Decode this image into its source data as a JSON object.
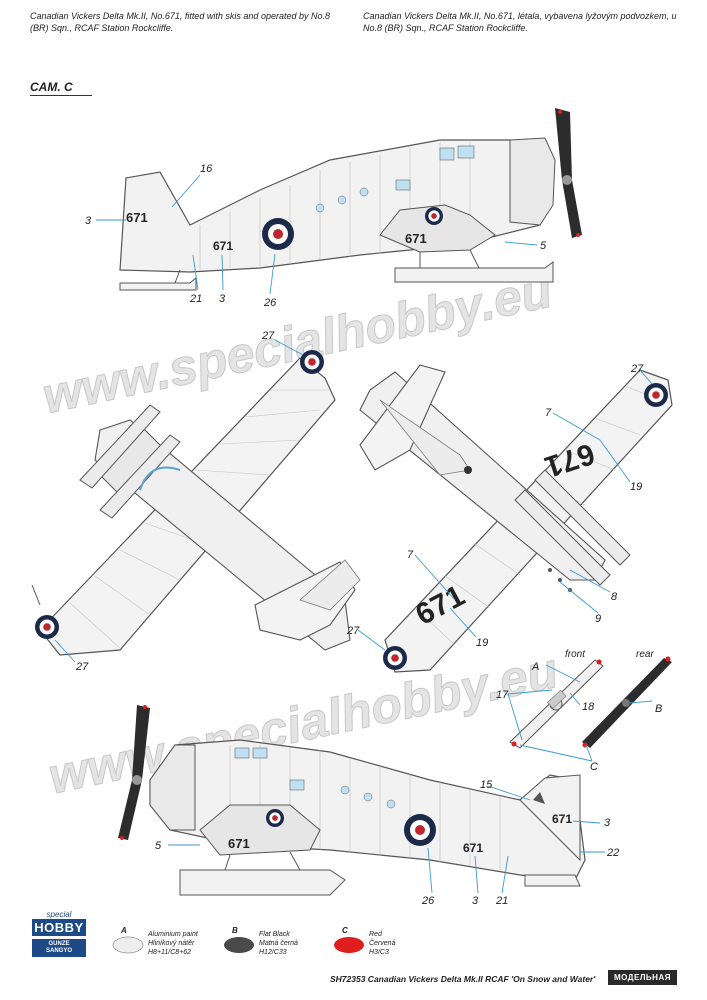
{
  "header": {
    "english": "Canadian Vickers Delta Mk.II, No.671, fitted with skis and operated by No.8 (BR) Sqn., RCAF Station Rockcliffe.",
    "czech": "Canadian Vickers Delta Mk.II, No.671, létala, vybavena lyžovým podvozkem, u No.8 (BR) Sqn., RCAF Station Rockcliffe."
  },
  "camo_label": "CAM. C",
  "watermark": "www.specialhobby.eu",
  "serial": "671",
  "callouts": {
    "c3": "3",
    "c5": "5",
    "c7": "7",
    "c8": "8",
    "c9": "9",
    "c15": "15",
    "c16": "16",
    "c17": "17",
    "c18": "18",
    "c19": "19",
    "c21": "21",
    "c22": "22",
    "c26": "26",
    "c27": "27",
    "cA": "A",
    "cB": "B",
    "cC": "C"
  },
  "prop_labels": {
    "front": "front",
    "rear": "rear"
  },
  "legend": [
    {
      "code": "A",
      "line1": "Aluminium paint",
      "line2": "Hliníkový nátěr",
      "line3": "H8+11/C8+62",
      "color": "#eeeeee"
    },
    {
      "code": "B",
      "line1": "Flat Black",
      "line2": "Matná černá",
      "line3": "H12/C33",
      "color": "#4a4a4a"
    },
    {
      "code": "C",
      "line1": "Red",
      "line2": "Červená",
      "line3": "H3/C3",
      "color": "#e01e1e"
    }
  ],
  "logo": {
    "top": "special",
    "main": "HOBBY",
    "partner_line1": "GUNZE",
    "partner_line2": "SANGYO"
  },
  "footer": "SH72353  Canadian Vickers Delta Mk.II RCAF 'On Snow and Water'",
  "brand": "МОДЕЛЬНАЯ"
}
